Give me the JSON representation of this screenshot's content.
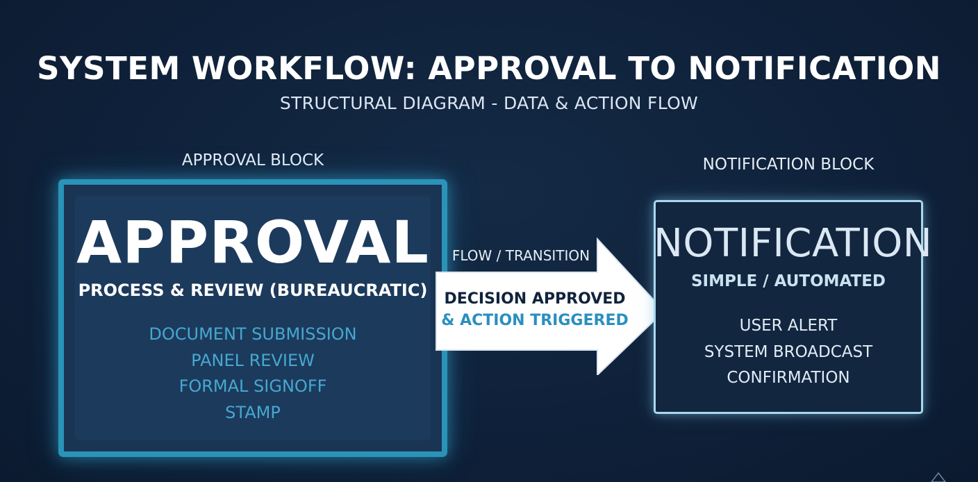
{
  "header": {
    "title": "SYSTEM WORKFLOW: APPROVAL TO NOTIFICATION",
    "subtitle": "STRUCTURAL DIAGRAM - DATA & ACTION FLOW"
  },
  "approval_block": {
    "caption": "APPROVAL BLOCK",
    "heading": "APPROVAL",
    "subheading": "PROCESS & REVIEW (BUREAUCRATIC)",
    "steps": [
      "DOCUMENT SUBMISSION",
      "PANEL REVIEW",
      "FORMAL SIGNOFF",
      "STAMP"
    ]
  },
  "flow": {
    "label": "FLOW / TRANSITION",
    "line1": "DECISION APPROVED",
    "line2": "& ACTION TRIGGERED"
  },
  "notification_block": {
    "caption": "NOTIFICATION BLOCK",
    "heading": "NOTIFICATION",
    "subheading": "SIMPLE / AUTOMATED",
    "items": [
      "USER ALERT",
      "SYSTEM BROADCAST",
      "CONFIRMATION"
    ]
  },
  "colors": {
    "background": "#0f213a",
    "approval_border": "#2a93b8",
    "approval_steps": "#46a8cf",
    "notification_border": "#a9d8ee",
    "arrow_fill": "#ffffff",
    "arrow_accent_text": "#2a8fc0"
  }
}
